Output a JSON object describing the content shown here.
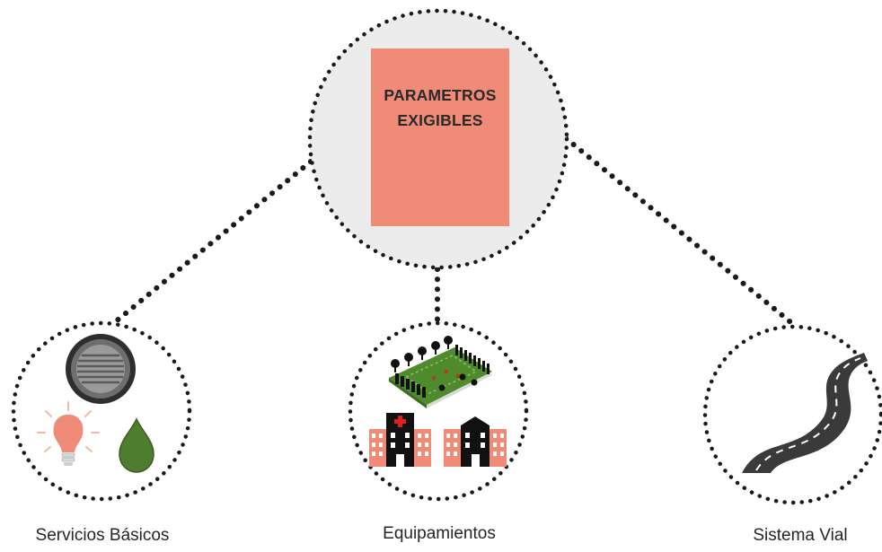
{
  "center": {
    "title_line1": "PARAMETROS",
    "title_line2": "EXIGIBLES",
    "fill_color": "#ef8b76",
    "circle_color": "#ececec"
  },
  "nodes": [
    {
      "label": "Servicios Básicos",
      "icons": [
        "manhole-cover-icon",
        "light-bulb-icon",
        "water-drop-icon"
      ]
    },
    {
      "label": "Equipamientos",
      "icons": [
        "park-icon",
        "hospital-building-icon",
        "office-building-icon"
      ]
    },
    {
      "label": "Sistema Vial",
      "icons": [
        "road-icon"
      ]
    }
  ],
  "colors": {
    "salmon": "#ef8b76",
    "green": "#4f7d2f",
    "dark": "#1a1a1a",
    "road": "#3a3a3a"
  }
}
